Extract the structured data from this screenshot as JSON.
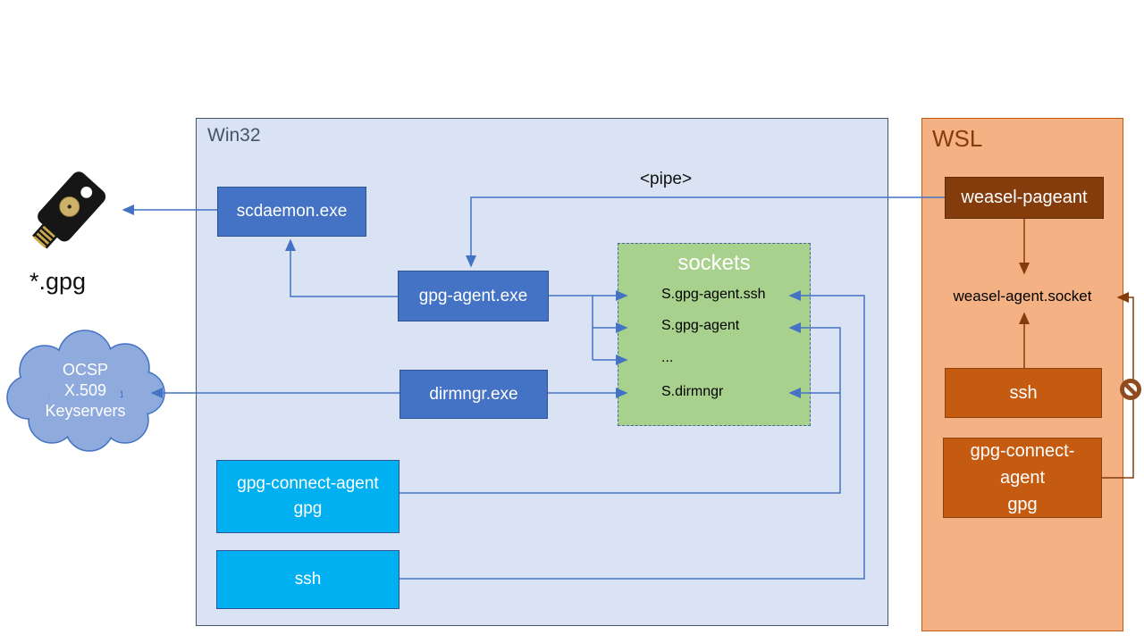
{
  "win32": {
    "label": "Win32",
    "scdaemon": "scdaemon.exe",
    "gpg_agent": "gpg-agent.exe",
    "dirmngr": "dirmngr.exe",
    "gpg_connect": {
      "line1": "gpg-connect-agent",
      "line2": "gpg"
    },
    "ssh": "ssh"
  },
  "sockets": {
    "title": "sockets",
    "items": [
      "S.gpg-agent.ssh",
      "S.gpg-agent",
      "...",
      "S.dirmngr"
    ]
  },
  "wsl": {
    "label": "WSL",
    "weasel_pageant": "weasel-pageant",
    "weasel_socket": "weasel-agent.socket",
    "ssh": "ssh",
    "gpg_connect": {
      "line1": "gpg-connect-",
      "line2": "agent",
      "line3": "gpg"
    }
  },
  "peripherals": {
    "gpg_files": "*.gpg",
    "cloud": {
      "line1": "OCSP",
      "line2": "X.509",
      "line3": "Keyservers"
    }
  },
  "annotations": {
    "pipe": "<pipe>"
  },
  "icons": {
    "yubikey": "yubikey-icon",
    "cloud": "cloud-icon",
    "no_entry": "no-entry-icon"
  },
  "colors": {
    "win32_fill": "#dae3f3",
    "win32_border": "#44546a",
    "process_blue": "#4472c4",
    "cyan": "#00b0f0",
    "sockets_fill": "#a9d18e",
    "wsl_fill": "#f4b183",
    "wsl_border": "#c55a11",
    "wsl_dark_box": "#843c0c",
    "wsl_mid_box": "#c55a11",
    "cloud_fill": "#8faadc",
    "arrow_blue": "#4472c4",
    "arrow_brown": "#843c0c"
  }
}
